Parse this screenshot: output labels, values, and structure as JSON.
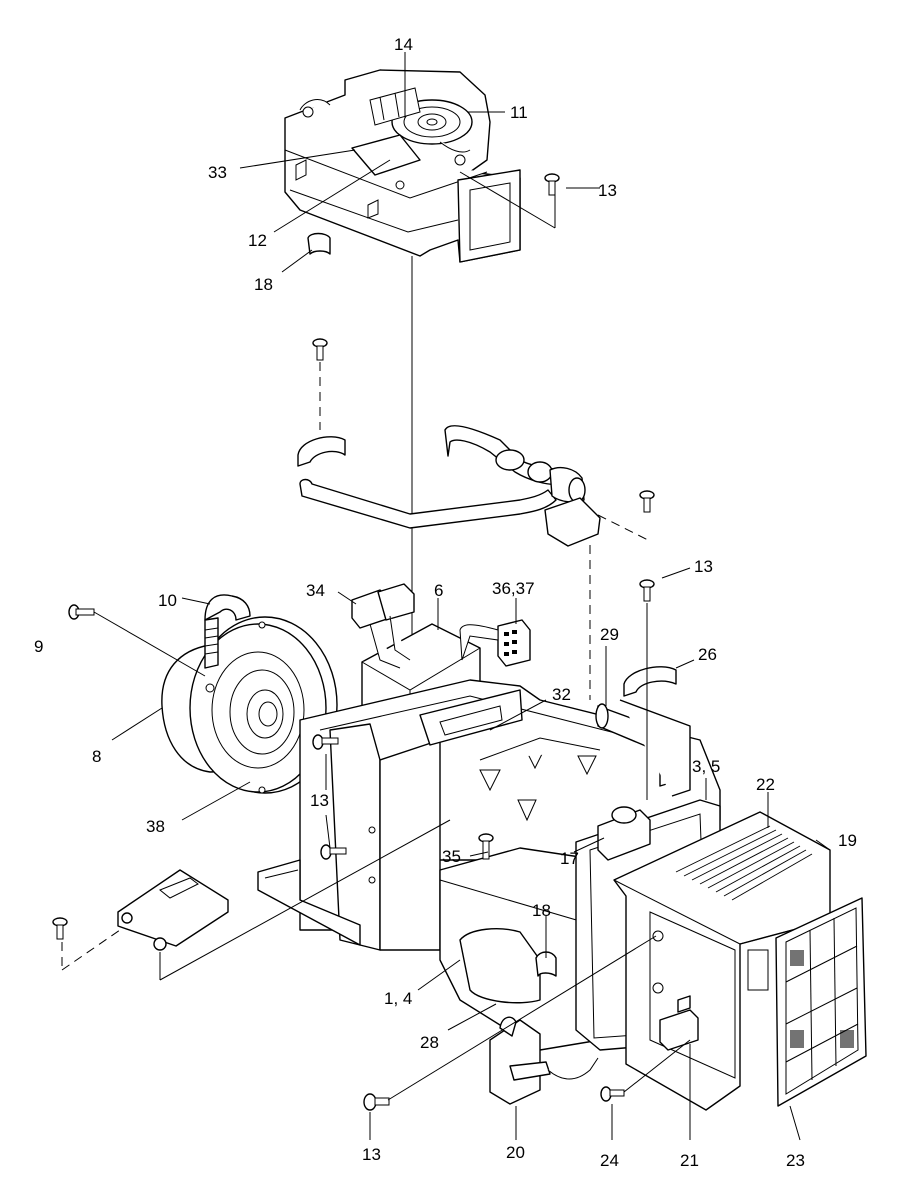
{
  "callouts": [
    {
      "id": "c14",
      "label": "14"
    },
    {
      "id": "c11",
      "label": "11"
    },
    {
      "id": "c33",
      "label": "33"
    },
    {
      "id": "c13a",
      "label": "13"
    },
    {
      "id": "c12",
      "label": "12"
    },
    {
      "id": "c18a",
      "label": "18"
    },
    {
      "id": "c10",
      "label": "10"
    },
    {
      "id": "c34",
      "label": "34"
    },
    {
      "id": "c6",
      "label": "6"
    },
    {
      "id": "c3637",
      "label": "36,37"
    },
    {
      "id": "c13b",
      "label": "13"
    },
    {
      "id": "c9",
      "label": "9"
    },
    {
      "id": "c29",
      "label": "29"
    },
    {
      "id": "c26",
      "label": "26"
    },
    {
      "id": "c32",
      "label": "32"
    },
    {
      "id": "c8",
      "label": "8"
    },
    {
      "id": "c35",
      "label": "3, 5"
    },
    {
      "id": "c22",
      "label": "22"
    },
    {
      "id": "c19",
      "label": "19"
    },
    {
      "id": "c38",
      "label": "38"
    },
    {
      "id": "c13c",
      "label": "13"
    },
    {
      "id": "c35b",
      "label": "35"
    },
    {
      "id": "c17",
      "label": "17"
    },
    {
      "id": "c18b",
      "label": "18"
    },
    {
      "id": "c14b",
      "label": "1, 4"
    },
    {
      "id": "c28",
      "label": "28"
    },
    {
      "id": "c13d",
      "label": "13"
    },
    {
      "id": "c20",
      "label": "20"
    },
    {
      "id": "c24",
      "label": "24"
    },
    {
      "id": "c21",
      "label": "21"
    },
    {
      "id": "c23",
      "label": "23"
    }
  ]
}
